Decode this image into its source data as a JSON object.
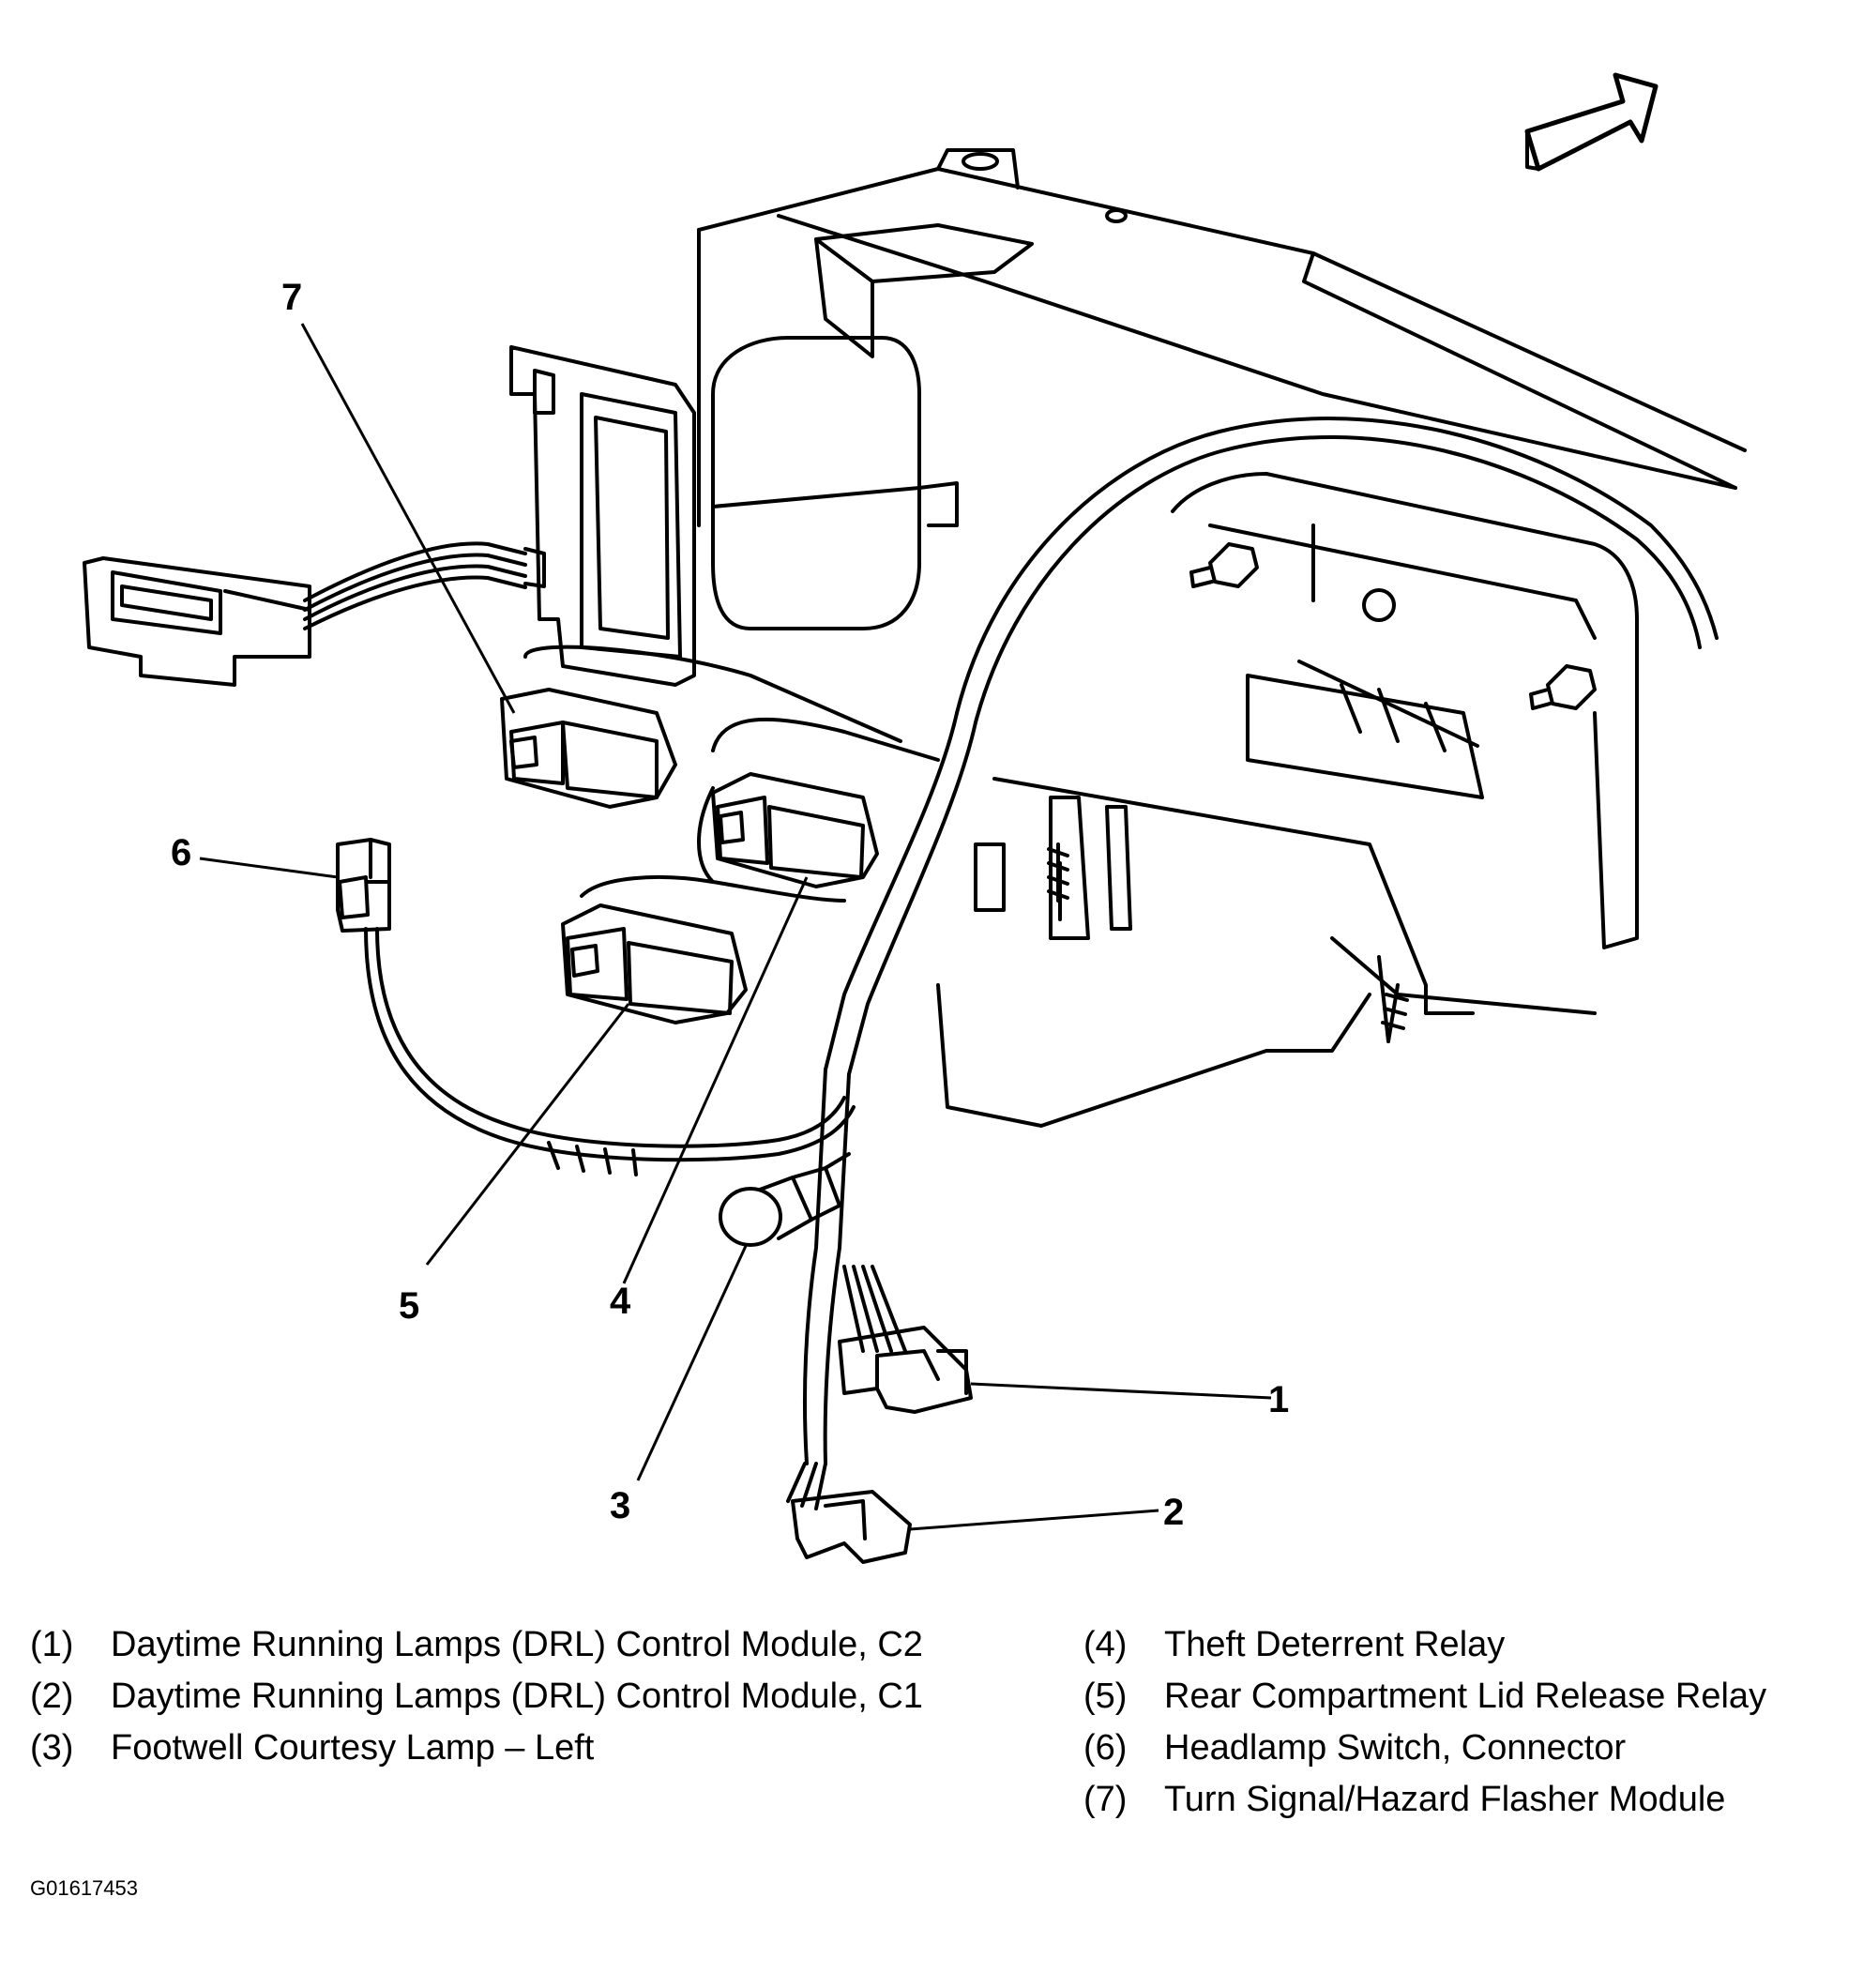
{
  "diagram": {
    "callouts": [
      {
        "id": "1",
        "label": "1"
      },
      {
        "id": "2",
        "label": "2"
      },
      {
        "id": "3",
        "label": "3"
      },
      {
        "id": "4",
        "label": "4"
      },
      {
        "id": "5",
        "label": "5"
      },
      {
        "id": "6",
        "label": "6"
      },
      {
        "id": "7",
        "label": "7"
      }
    ]
  },
  "legend": {
    "left": [
      {
        "num": "(1)",
        "text": "Daytime Running Lamps (DRL) Control Module, C2"
      },
      {
        "num": "(2)",
        "text": "Daytime Running Lamps (DRL) Control Module, C1"
      },
      {
        "num": "(3)",
        "text": "Footwell Courtesy Lamp – Left"
      }
    ],
    "right": [
      {
        "num": "(4)",
        "text": "Theft Deterrent Relay"
      },
      {
        "num": "(5)",
        "text": "Rear Compartment Lid Release Relay"
      },
      {
        "num": "(6)",
        "text": "Headlamp Switch, Connector"
      },
      {
        "num": "(7)",
        "text": "Turn Signal/Hazard Flasher Module"
      }
    ]
  },
  "figure_id": "G01617453"
}
